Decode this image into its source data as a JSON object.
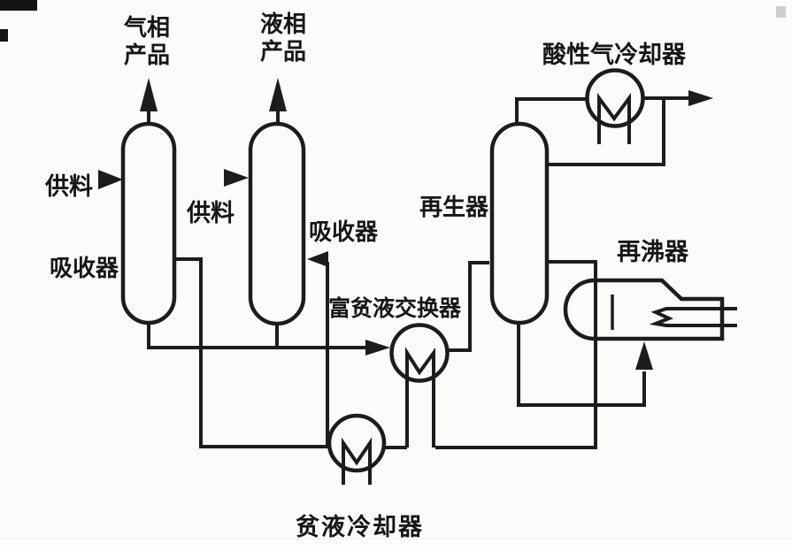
{
  "diagram": {
    "kind": "process-flow-diagram",
    "description_language": "zh"
  },
  "labels": {
    "gas_product": {
      "line1": "气相",
      "line2": "产品"
    },
    "liquid_product": {
      "line1": "液相",
      "line2": "产品"
    },
    "feed_1": "供料",
    "feed_2": "供料",
    "absorber_1": "吸收器",
    "absorber_2": "吸收器",
    "regenerator": "再生器",
    "acid_gas_cooler": "酸性气冷却器",
    "rich_lean_exchanger": "富贫液交换器",
    "lean_cooler": "贫液冷却器",
    "reboiler": "再沸器"
  },
  "equipment": [
    {
      "id": "absorber-1",
      "label": "吸收器",
      "type": "column-vessel"
    },
    {
      "id": "absorber-2",
      "label": "吸收器",
      "type": "column-vessel"
    },
    {
      "id": "regenerator",
      "label": "再生器",
      "type": "column-vessel"
    },
    {
      "id": "rich-lean-exchanger",
      "label": "富贫液交换器",
      "type": "heat-exchanger-circle-M"
    },
    {
      "id": "lean-cooler",
      "label": "贫液冷却器",
      "type": "heat-exchanger-circle-M"
    },
    {
      "id": "acid-gas-cooler",
      "label": "酸性气冷却器",
      "type": "heat-exchanger-circle-M"
    },
    {
      "id": "reboiler",
      "label": "再沸器",
      "type": "kettle-reboiler"
    }
  ],
  "streams": [
    {
      "id": "feed-1",
      "label": "供料",
      "into": "absorber-1"
    },
    {
      "id": "feed-2",
      "label": "供料",
      "into": "absorber-2"
    },
    {
      "id": "gas-product",
      "label": "气相产品",
      "from": "absorber-1"
    },
    {
      "id": "liquid-product",
      "label": "液相产品",
      "from": "absorber-2"
    },
    {
      "id": "acid-gas-out",
      "label": "",
      "from": "acid-gas-cooler"
    }
  ],
  "colors": {
    "line": "#1c1c1c",
    "text": "#161616",
    "background": "#fbfbfa"
  }
}
